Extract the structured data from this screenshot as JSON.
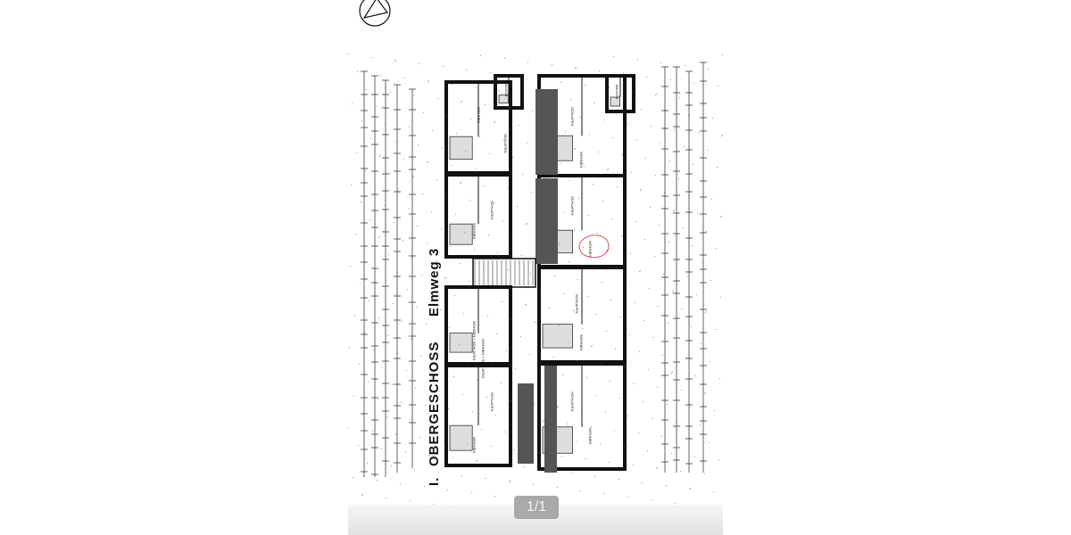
{
  "viewer": {
    "page_indicator": "1/1"
  },
  "drawing": {
    "title": "OBERGESCHOSS",
    "floor_prefix": "I.",
    "street": "Elmweg 3",
    "room_labels": [
      "WOHNEN",
      "SCHLAFEN",
      "BALKON",
      "WOHNEN",
      "SCHLAFEN",
      "WOHNEN + SCHLAFEN",
      "WOHNEN + SCHLAFEN",
      "SCHLAFEN",
      "WOHNEN",
      "SCHLAFEN",
      "WOHNEN",
      "SCHLAFEN",
      "BALKON",
      "WOHNEN",
      "SCHLAFEN",
      "WOHNEN",
      "SCHLAFEN",
      "WOHNEN"
    ],
    "annotation_color": "#d9534f",
    "ink_color": "#111111"
  }
}
